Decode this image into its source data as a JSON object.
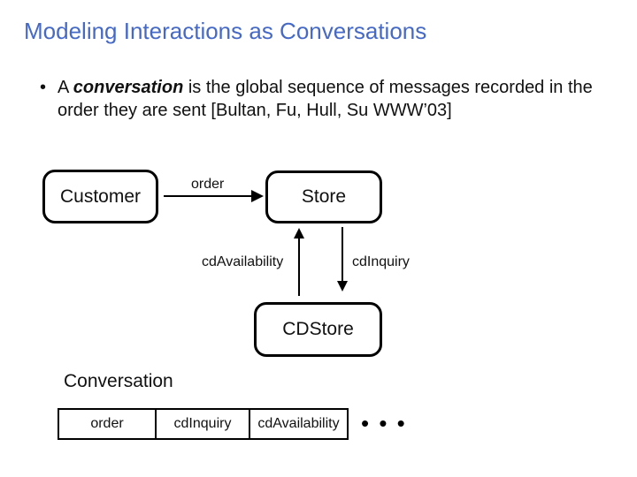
{
  "slide": {
    "title": "Modeling Interactions as Conversations",
    "bullet": {
      "marker": "•",
      "text_prefix": "A ",
      "text_emphasis": "conversation",
      "text_rest": " is the global sequence of messages recorded in the order they are sent [Bultan, Fu, Hull, Su WWW’03]"
    }
  },
  "diagram": {
    "nodes": {
      "customer": {
        "label": "Customer"
      },
      "store": {
        "label": "Store"
      },
      "cdstore": {
        "label": "CDStore"
      }
    },
    "edges": {
      "order": {
        "label": "order",
        "from": "Customer",
        "to": "Store"
      },
      "cd_availability": {
        "label": "cdAvailability",
        "from": "CDStore",
        "to": "Store"
      },
      "cd_inquiry": {
        "label": "cdInquiry",
        "from": "Store",
        "to": "CDStore"
      }
    }
  },
  "conversation": {
    "label": "Conversation",
    "cells": [
      "order",
      "cdInquiry",
      "cdAvailability"
    ],
    "ellipsis": "• • •"
  },
  "colors": {
    "title": "#4569c7",
    "text": "#111111",
    "background": "#ffffff"
  }
}
